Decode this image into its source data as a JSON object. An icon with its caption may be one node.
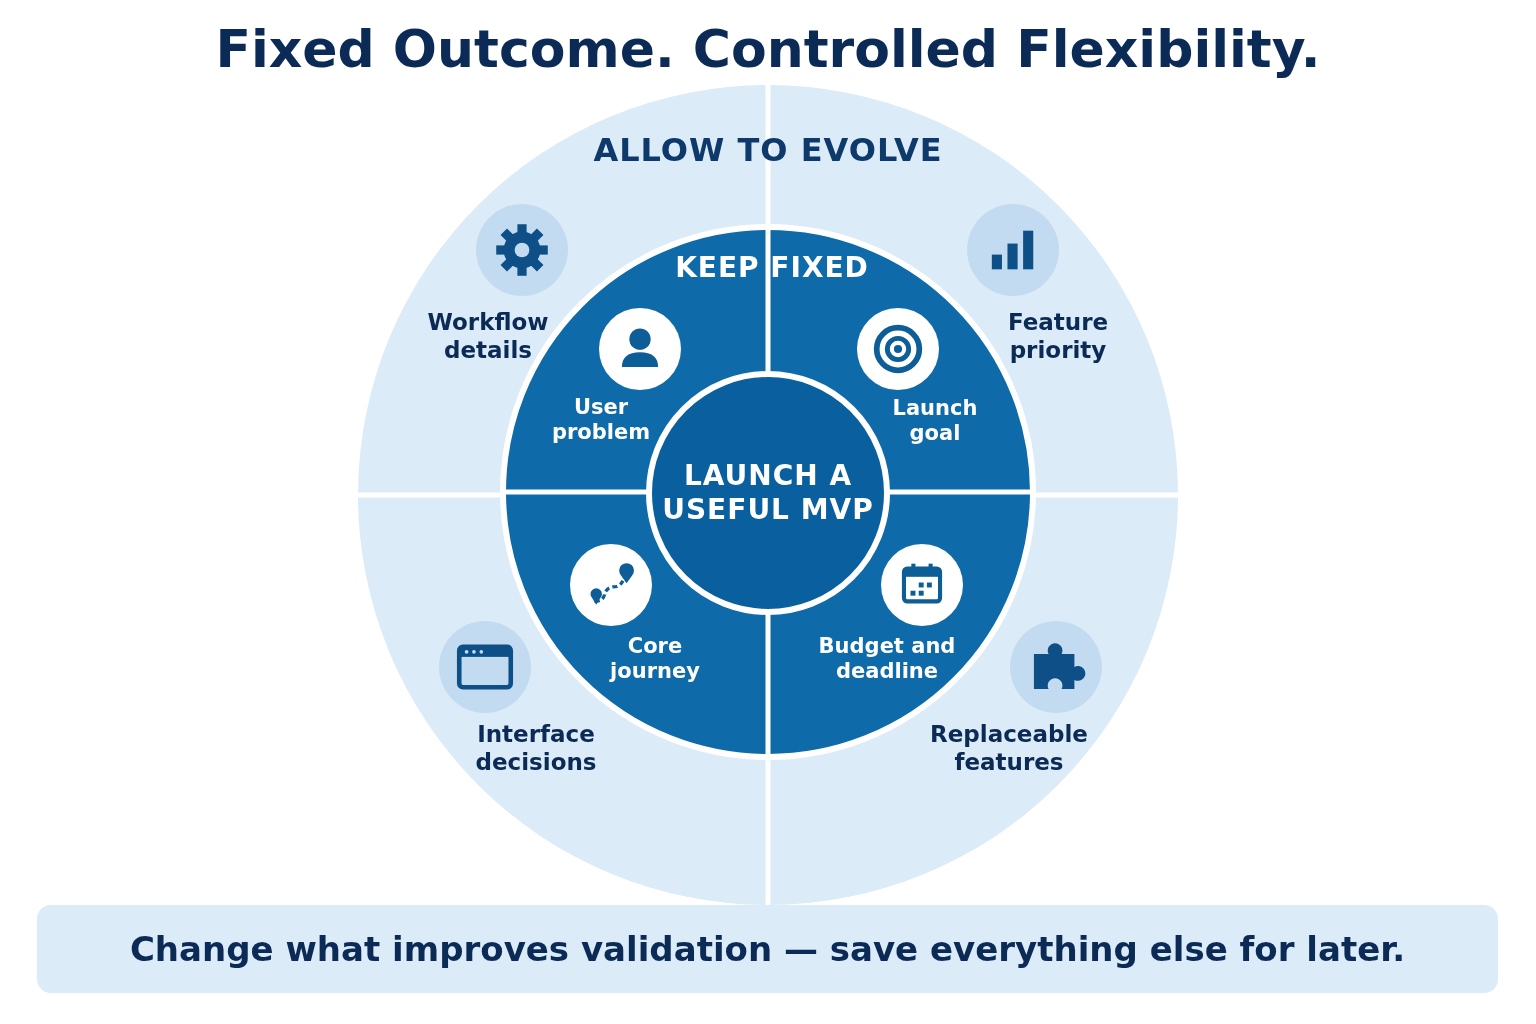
{
  "diagram": {
    "title": "Fixed Outcome. Controlled Flexibility.",
    "nodes": [
      {
        "text": [
          "ALLOW TO EVOLVE"
        ]
      },
      {
        "text": [
          "Workflow details"
        ],
        "in": 0
      },
      {
        "text": [
          "Feature priority"
        ],
        "in": 0
      },
      {
        "text": [
          "KEEP FIXED"
        ],
        "in": 0
      },
      {
        "text": [
          "User problem"
        ],
        "in": 3
      },
      {
        "text": [
          "Launch goal"
        ],
        "in": 3
      },
      {
        "text": [
          "LAUNCH A USEFUL MVP"
        ],
        "in": 3
      },
      {
        "text": [
          "Core journey"
        ],
        "in": 3
      },
      {
        "text": [
          "Budget and deadline"
        ],
        "in": 3
      },
      {
        "text": [
          "Interface decisions"
        ],
        "in": 0
      },
      {
        "text": [
          "Replaceable features"
        ],
        "in": 0
      }
    ],
    "edges": [],
    "caption": "Change what improves validation — save everything else for later."
  }
}
